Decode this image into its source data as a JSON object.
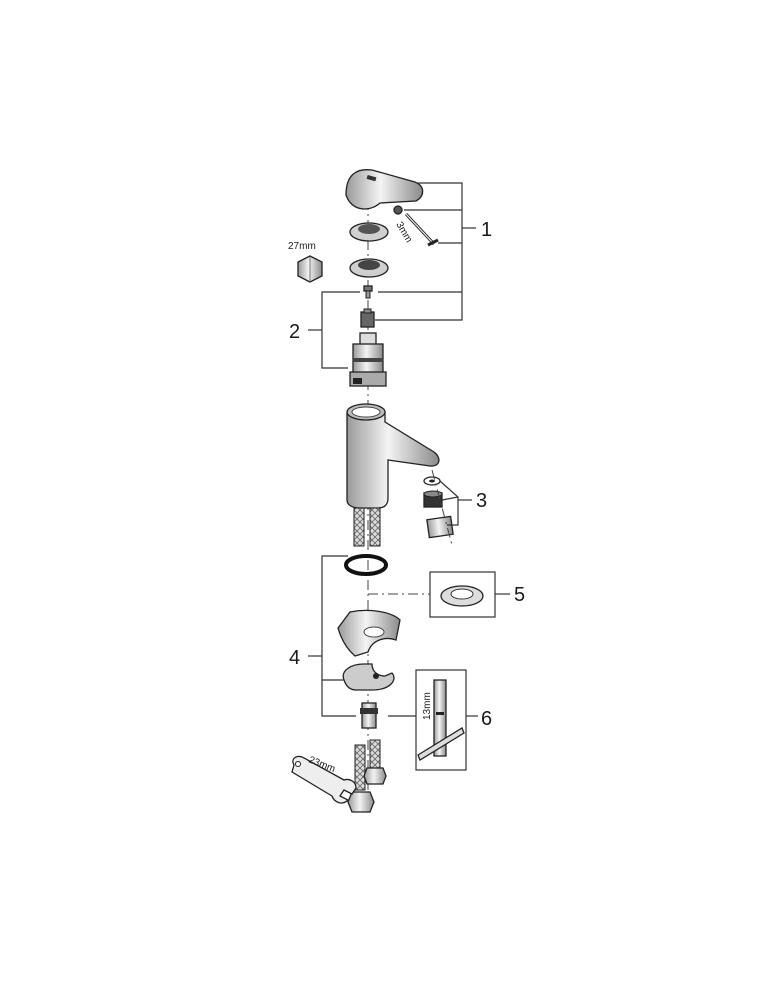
{
  "diagram": {
    "callouts": {
      "c1": "1",
      "c2": "2",
      "c3": "3",
      "c4": "4",
      "c5": "5",
      "c6": "6"
    },
    "dimensions": {
      "hex_key": "3mm",
      "nut_27": "27mm",
      "wrench_23": "23mm",
      "key_13": "13mm"
    },
    "colors": {
      "line": "#222222",
      "fill_light": "#e8e8e8",
      "fill_mid": "#bdbdbd",
      "fill_dark": "#555555"
    }
  }
}
